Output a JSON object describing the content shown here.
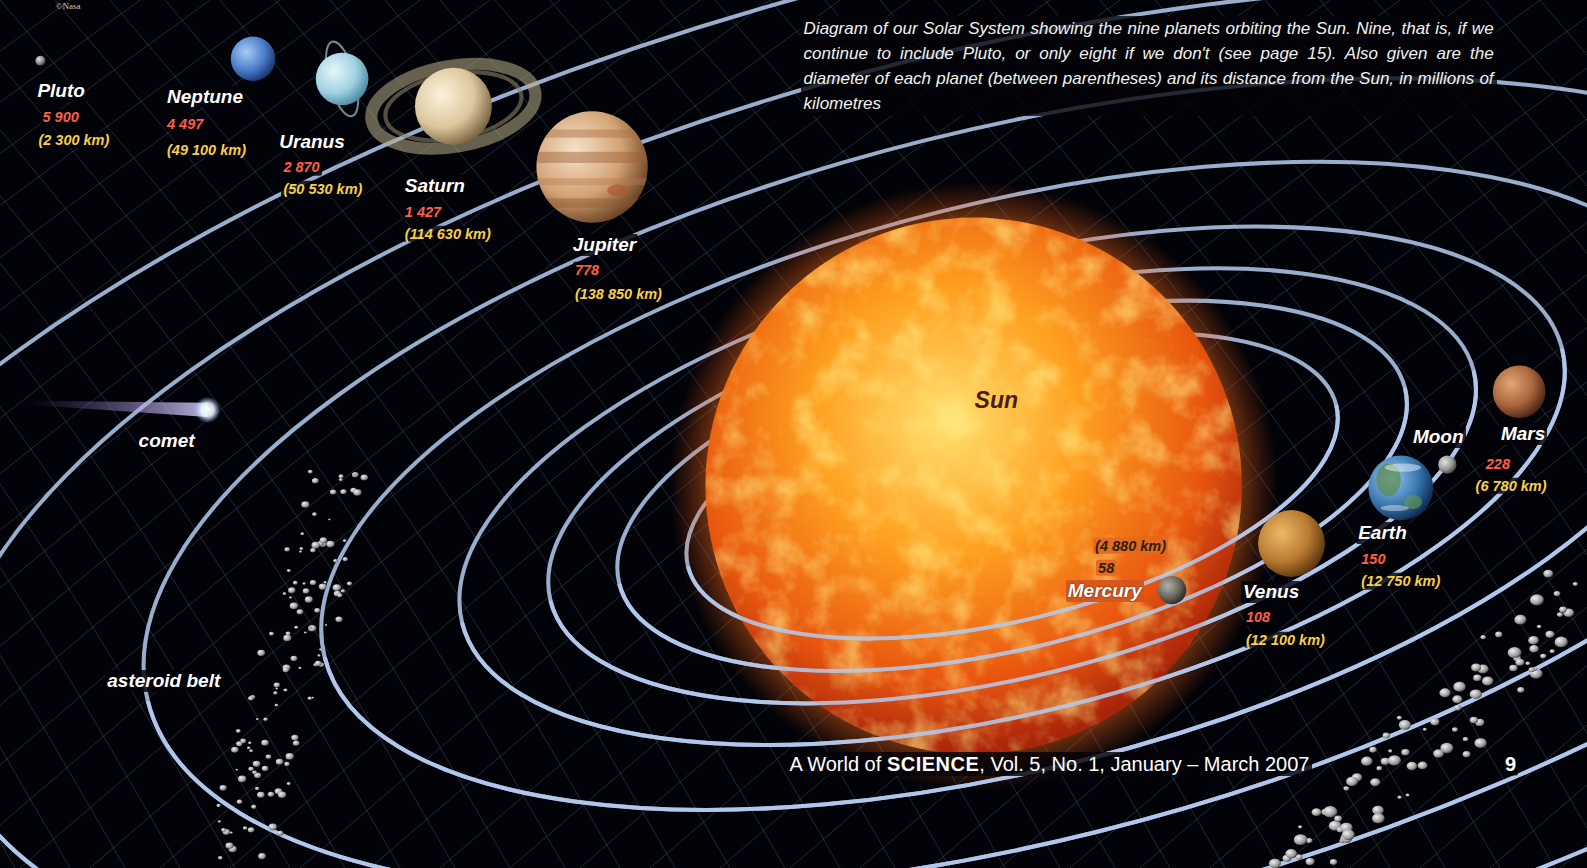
{
  "diagram": {
    "caption": "Diagram of our Solar System showing the nine planets orbiting the Sun. Nine, that is, if we continue to include Pluto, or only eight if we don't (see page 15). Also given are the diameter of each planet (between parentheses) and its distance from the Sun, in millions of kilometres",
    "labels": [
      "©Nasa",
      "Pluto",
      "5 900",
      "(2 300 km)",
      "Neptune",
      "4 497",
      "(49 100 km)",
      "Uranus",
      "2 870",
      "(50 530 km)",
      "Saturn",
      "1 427",
      "(114 630 km)",
      "Jupiter",
      "778",
      "(138 850 km)",
      "Sun",
      "comet",
      "Moon",
      "Mars",
      "228",
      "(6 780 km)",
      "(4 880 km)",
      "58",
      "Mercury",
      "Earth",
      "150",
      "(12 750 km)",
      "Venus",
      "108",
      "(12 100 km)",
      "asteroid belt",
      "A World of",
      "SCIENCE",
      ", Vol. 5, No. 1, January – March 2007",
      "9"
    ]
  }
}
